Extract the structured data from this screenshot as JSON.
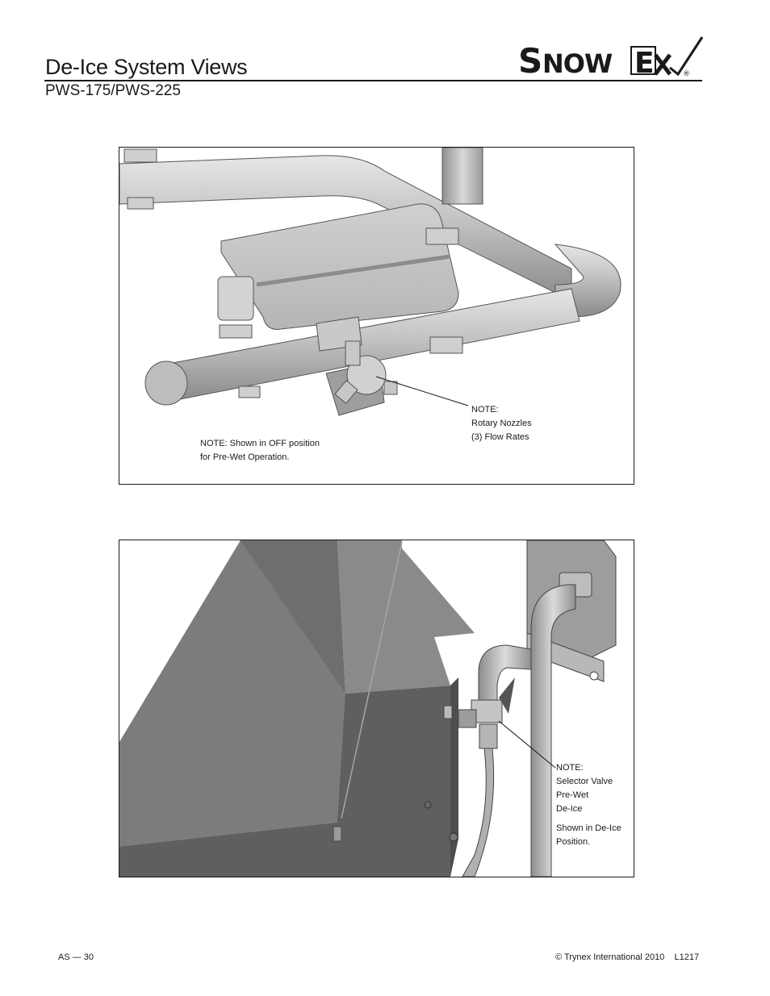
{
  "header": {
    "title": "De-Ice System Views",
    "subtitle": "PWS-175/PWS-225",
    "logo_text": "SnowEx",
    "logo_mark": "®"
  },
  "figure1": {
    "note_off_position": "NOTE: Shown in OFF position\nfor Pre-Wet Operation.",
    "note_rotary": "NOTE:\nRotary Nozzles\n(3) Flow Rates"
  },
  "figure2": {
    "note_selector": "NOTE:\nSelector Valve\nPre-Wet\nDe-Ice",
    "note_shown": "Shown in De-Ice\nPosition."
  },
  "footer": {
    "page_label": "AS — 30",
    "copyright": "© Trynex International 2010    L1217"
  }
}
